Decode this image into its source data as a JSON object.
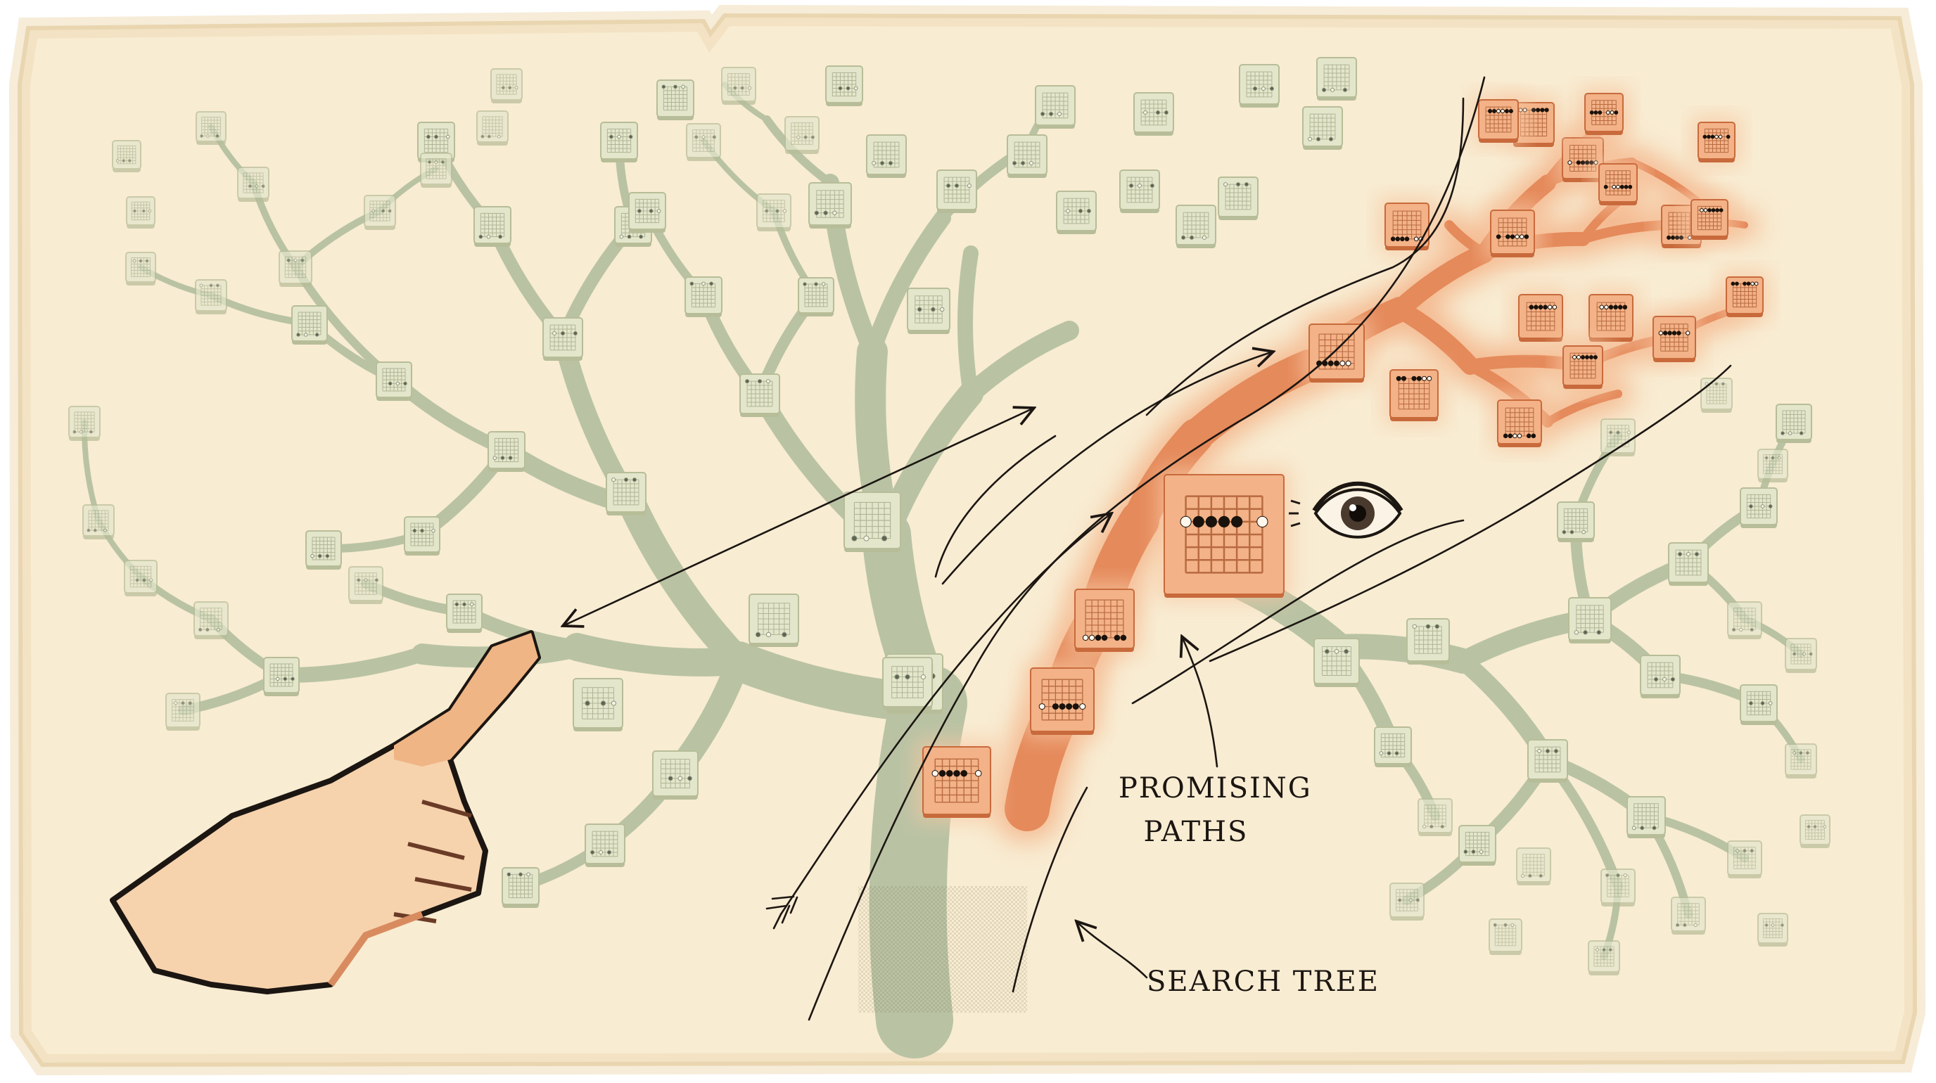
{
  "labels": {
    "promising_line1": "PROMISING",
    "promising_line2": "PATHS",
    "search_tree": "SEARCH TREE"
  },
  "colors": {
    "parchment": "#f8ecd2",
    "parchment_edge": "#ead6b0",
    "branch_green": "#b9c3a4",
    "node_green": "#dfe2c6",
    "promising_orange": "#e58a5b",
    "node_orange": "#f3b287",
    "ink": "#1c1612",
    "hand_skin": "#f1b889"
  },
  "icons": {
    "pointing_hand": "pointing-hand-icon",
    "eye": "eye-icon"
  }
}
